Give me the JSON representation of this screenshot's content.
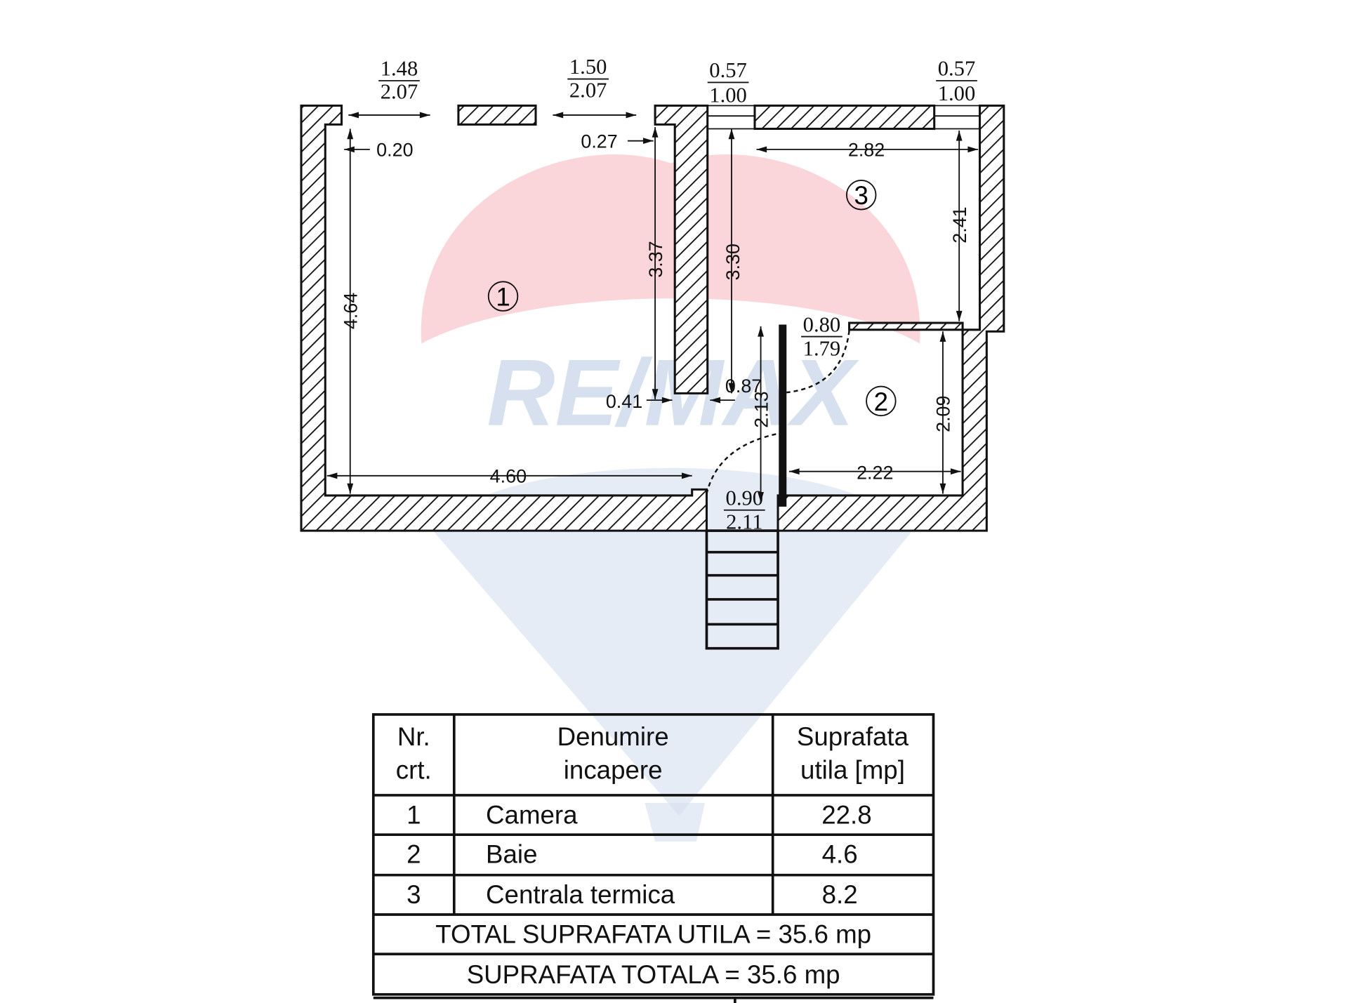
{
  "plan": {
    "openings": [
      {
        "width": "1.48",
        "height": "2.07"
      },
      {
        "width": "1.50",
        "height": "2.07"
      },
      {
        "width": "0.57",
        "height": "1.00"
      },
      {
        "width": "0.57",
        "height": "1.00"
      },
      {
        "width": "0.80",
        "height": "1.79"
      },
      {
        "width": "0.90",
        "height": "2.11"
      }
    ],
    "dimensions": {
      "d020": "0.20",
      "d027": "0.27",
      "d282": "2.82",
      "d241": "2.41",
      "d337": "3.37",
      "d330": "3.30",
      "d464": "4.64",
      "d041": "0.41",
      "d087": "0.87",
      "d213": "2.13",
      "d209": "2.09",
      "d460": "4.60",
      "d222": "2.22"
    },
    "room_labels": [
      "1",
      "2",
      "3"
    ],
    "watermark": "RE/MAX"
  },
  "table": {
    "headers": [
      [
        "Nr.",
        "crt."
      ],
      [
        "Denumire",
        "incapere"
      ],
      [
        "Suprafata",
        "utila [mp]"
      ]
    ],
    "rows": [
      {
        "nr": "1",
        "name": "Camera",
        "area": "22.8"
      },
      {
        "nr": "2",
        "name": "Baie",
        "area": "4.6"
      },
      {
        "nr": "3",
        "name": "Centrala termica",
        "area": "8.2"
      }
    ],
    "total_util": "TOTAL SUPRAFATA UTILA = 35.6 mp",
    "total": "SUPRAFATA TOTALA = 35.6 mp"
  }
}
